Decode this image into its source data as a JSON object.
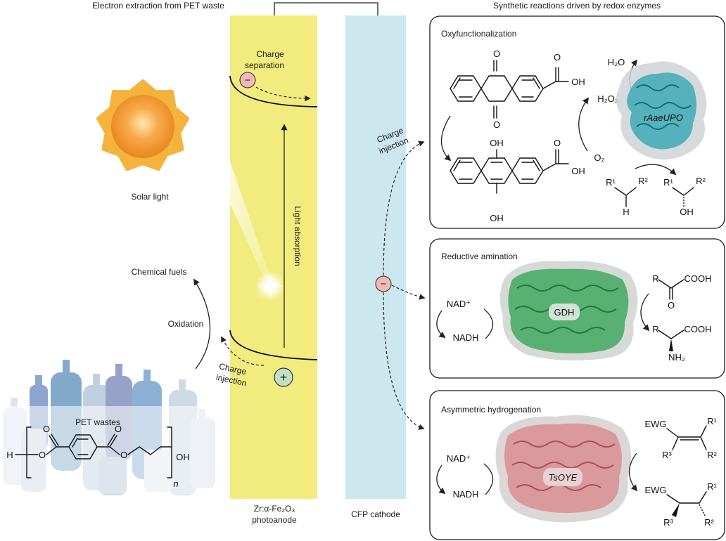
{
  "headers": {
    "left": "Electron extraction from PET waste",
    "right": "Synthetic reactions driven by redox enzymes"
  },
  "left_panel": {
    "solar_label": "Solar light",
    "chemical_fuels": "Chemical fuels",
    "oxidation": "Oxidation",
    "pet_wastes": "PET wastes",
    "pet_chem": {
      "h": "H",
      "o1": "O",
      "o2": "O",
      "o3": "O",
      "o4": "O",
      "oh": "OH",
      "n": "n"
    }
  },
  "photoanode": {
    "charge_separation_1": "Charge",
    "charge_separation_2": "separation",
    "light_absorption": "Light absorption",
    "charge_injection_1": "Charge",
    "charge_injection_2": "injection",
    "minus": "−",
    "plus": "+",
    "label_1": "Zr:α-Fe₂O₃",
    "label_2": "photoanode"
  },
  "cathode": {
    "charge_injection_1": "Charge",
    "charge_injection_2": "injection",
    "minus": "−",
    "label": "CFP cathode"
  },
  "panels": {
    "oxy": {
      "title": "Oxyfunctionalization",
      "enzyme": "rAaeUPO",
      "o_top": "O",
      "o_bottom": "O",
      "oh_acid": "OH",
      "o_acid": "O",
      "oh_top": "OH",
      "oh_bottom": "OH",
      "oh_acid2": "OH",
      "o_acid2": "O",
      "o2": "O₂",
      "h2o2": "H₂O₂",
      "h2o": "H₂O",
      "r1": "R¹",
      "r2": "R²",
      "h": "H",
      "r1b": "R¹",
      "r2b": "R²",
      "oh_prod": "OH"
    },
    "red": {
      "title": "Reductive amination",
      "enzyme": "GDH",
      "nad": "NAD⁺",
      "nadh": "NADH",
      "r_top": "R",
      "cooh_top": "COOH",
      "o_keto": "O",
      "r_bottom": "R",
      "cooh_bottom": "COOH",
      "nh2": "NH₂"
    },
    "asym": {
      "title": "Asymmetric hydrogenation",
      "enzyme": "TsOYE",
      "nad": "NAD⁺",
      "nadh": "NADH",
      "ewg_top": "EWG",
      "r1_top": "R¹",
      "r3_top": "R³",
      "r2_top": "R²",
      "ewg_bottom": "EWG",
      "r1_bottom": "R¹",
      "r3_bottom": "R³",
      "r2_bottom": "R²"
    }
  },
  "colors": {
    "photoanode": "#f2ec7e",
    "cathode": "#cde7ee",
    "sun_inner": "#f6a23a",
    "sun_outer": "#f4b33c",
    "minus_fill": "#f3b9b6",
    "plus_fill": "#bfe2c4",
    "upo": "#2aa3b0",
    "gdh": "#3aa55a",
    "oye": "#d98a8e"
  }
}
